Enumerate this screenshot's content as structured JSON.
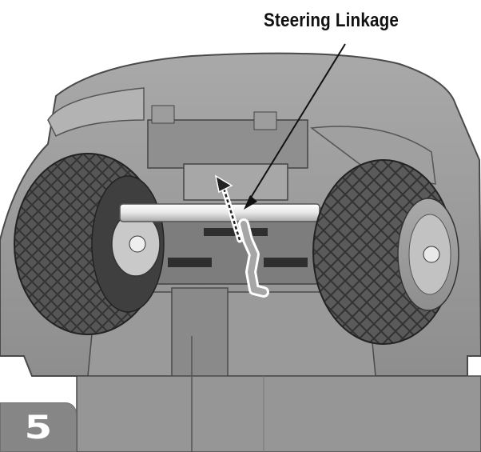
{
  "callout": {
    "label": "Steering Linkage"
  },
  "step": {
    "number": "5"
  },
  "icons": {
    "direction_arrow": "dashed-up-arrow"
  },
  "colors": {
    "body": "#9c9c9c",
    "tire": "#4a4a4a",
    "rim": "#b5b5b5",
    "badge": "#868686"
  }
}
